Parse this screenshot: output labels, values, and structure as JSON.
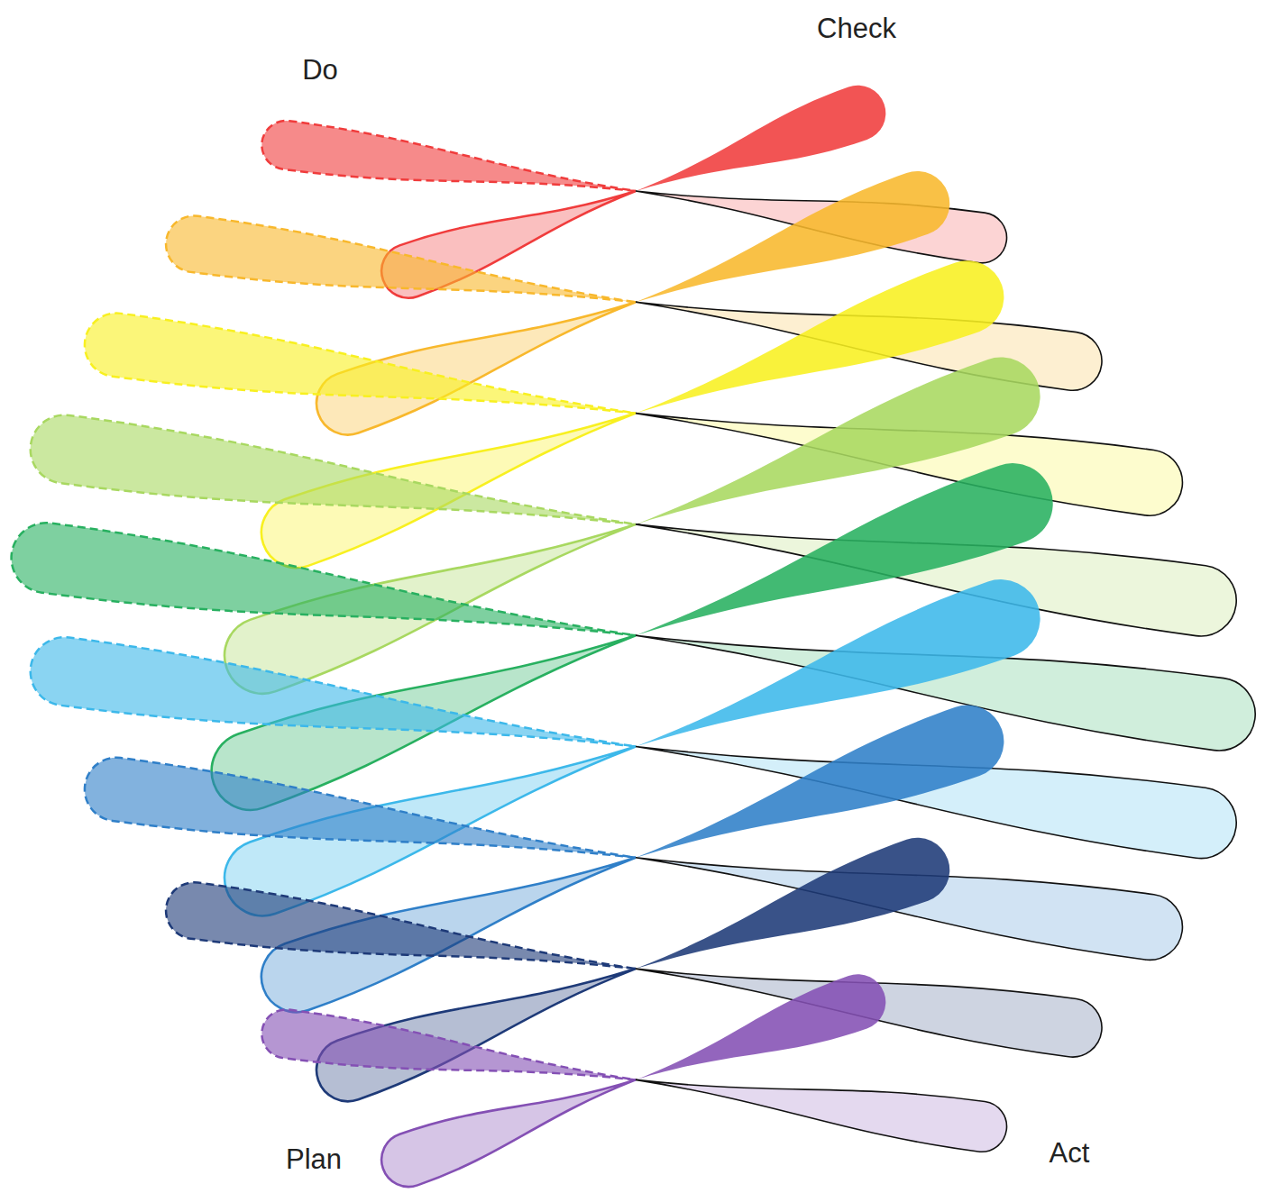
{
  "diagram": {
    "labels": [
      "Do",
      "Check",
      "Plan",
      "Act"
    ]
  }
}
